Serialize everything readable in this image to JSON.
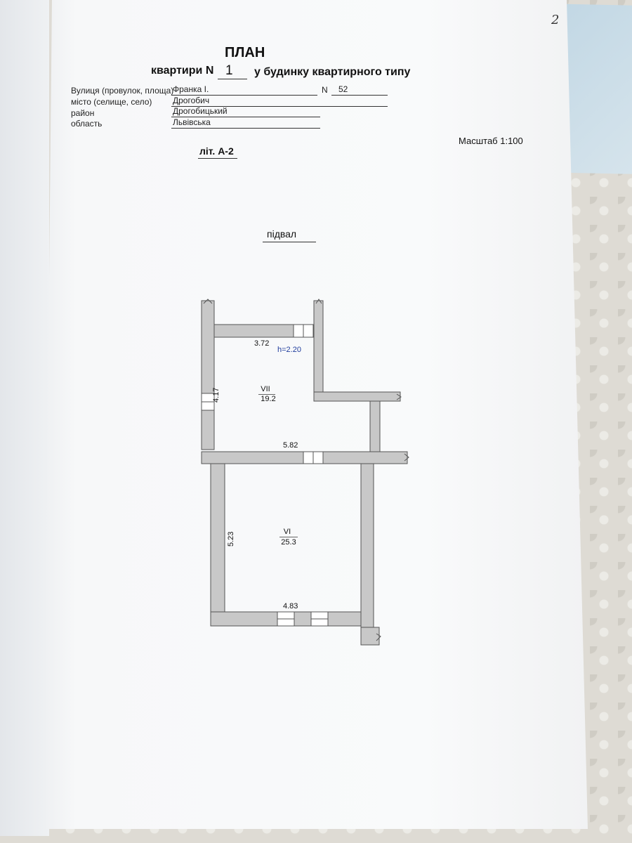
{
  "page_number": "2",
  "plan": {
    "title": "ПЛАН",
    "apartment_prefix": "квартири  N",
    "apartment_number": "1",
    "house_type": "у будинку квартирного типу"
  },
  "address": {
    "street_label": "Вулиця (провулок, площа)",
    "street_value": "Франка І.",
    "number_label": "N",
    "number_value": "52",
    "city_label": "місто (селище, село)",
    "city_value": "Дрогобич",
    "district_label": "район",
    "district_value": "Дрогобицький",
    "region_label": "область",
    "region_value": "Львівська"
  },
  "scale": "Масштаб 1:100",
  "litera": "літ. А-2",
  "floor": "підвал",
  "floorplan": {
    "dimensions": {
      "top_width": "3.72",
      "height": "h=2.20",
      "room7_side": "4.17",
      "middle_width": "5.82",
      "room6_side": "5.23",
      "bottom_width": "4.83"
    },
    "rooms": [
      {
        "number": "VII",
        "area": "19.2"
      },
      {
        "number": "VI",
        "area": "25.3"
      }
    ]
  },
  "colors": {
    "wall_fill": "#c8c8c8",
    "wall_stroke": "#555555",
    "height_label": "#1f3c9c"
  }
}
